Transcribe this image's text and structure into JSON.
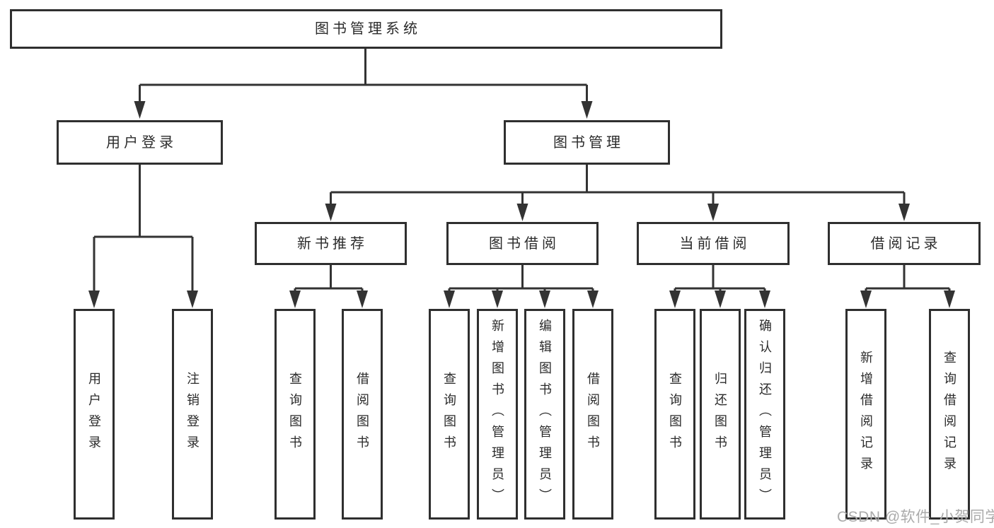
{
  "diagram_type": "hierarchy-tree",
  "colors": {
    "background": "#ffffff",
    "box_border": "#2f2f2f",
    "connector_line": "#333333",
    "text": "#2b2b2b",
    "watermark": "#ababab"
  },
  "watermark": {
    "text": "CSDN @软件_小贺同学"
  },
  "tree": {
    "label": "图书管理系统",
    "children": [
      {
        "label": "用户登录",
        "children": [
          {
            "label": "用户登录"
          },
          {
            "label": "注销登录"
          }
        ]
      },
      {
        "label": "图书管理",
        "children": [
          {
            "label": "新书推荐",
            "children": [
              {
                "label": "查询图书"
              },
              {
                "label": "借阅图书"
              }
            ]
          },
          {
            "label": "图书借阅",
            "children": [
              {
                "label": "查询图书"
              },
              {
                "label": "新增图书（管理员）"
              },
              {
                "label": "编辑图书（管理员）"
              },
              {
                "label": "借阅图书"
              }
            ]
          },
          {
            "label": "当前借阅",
            "children": [
              {
                "label": "查询图书"
              },
              {
                "label": "归还图书"
              },
              {
                "label": "确认归还（管理员）"
              }
            ]
          },
          {
            "label": "借阅记录",
            "children": [
              {
                "label": "新增借阅记录"
              },
              {
                "label": "查询借阅记录"
              }
            ]
          }
        ]
      }
    ]
  }
}
